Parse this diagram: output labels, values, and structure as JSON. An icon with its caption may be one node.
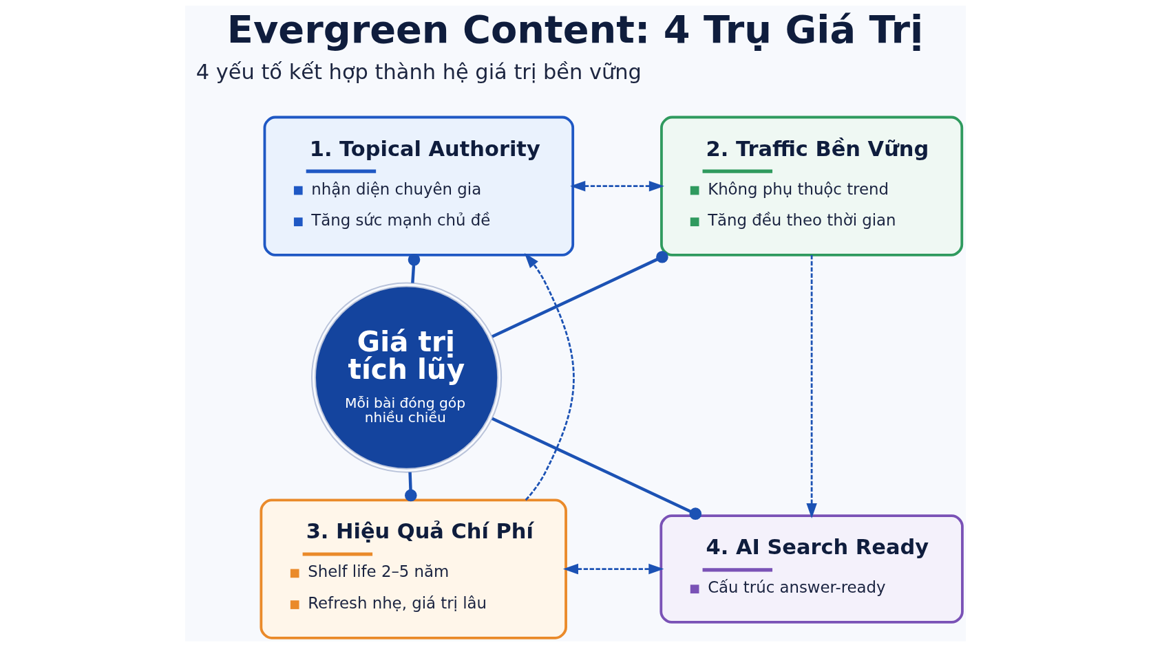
{
  "diagram": {
    "title": "Evergreen Content: 4 Trụ Giá Trị",
    "nodes": [
      {
        "text": [
          "1. Topical Authority",
          "nhận diện chuyên gia",
          "Tăng sức mạnh chủ đề"
        ]
      },
      {
        "text": [
          "2. Traffic Bền Vững",
          "Không phụ thuộc trend",
          "Tăng đều theo thời gian"
        ]
      },
      {
        "text": [
          "Giá trị tích lũy",
          "Mỗi bài đóng góp nhiều chiều"
        ]
      },
      {
        "text": [
          "3. Hiệu Quả Chí Phí",
          "Shelf life 2–5 năm",
          "Refresh nhẹ, giá trị lâu"
        ]
      },
      {
        "text": [
          "4. AI Search Ready",
          "Cấu trúc answer-ready"
        ]
      }
    ],
    "edges": [
      {
        "from": 3,
        "to": 0,
        "arrow": "to",
        "style": "dashed"
      },
      {
        "from": 0,
        "to": 1,
        "arrow": "both",
        "style": "dashed"
      },
      {
        "from": 1,
        "to": 4,
        "arrow": "to",
        "style": "dashed"
      },
      {
        "from": 3,
        "to": 4,
        "arrow": "both",
        "style": "dashed"
      },
      {
        "from": 2,
        "to": 0,
        "arrow": "other"
      },
      {
        "from": 2,
        "to": 1,
        "arrow": "other"
      },
      {
        "from": 2,
        "to": 3,
        "arrow": "other"
      },
      {
        "from": 2,
        "to": 4,
        "arrow": "other"
      }
    ],
    "labels": [
      "4 yếu tố kết hợp thành hệ giá trị bền vững"
    ]
  }
}
